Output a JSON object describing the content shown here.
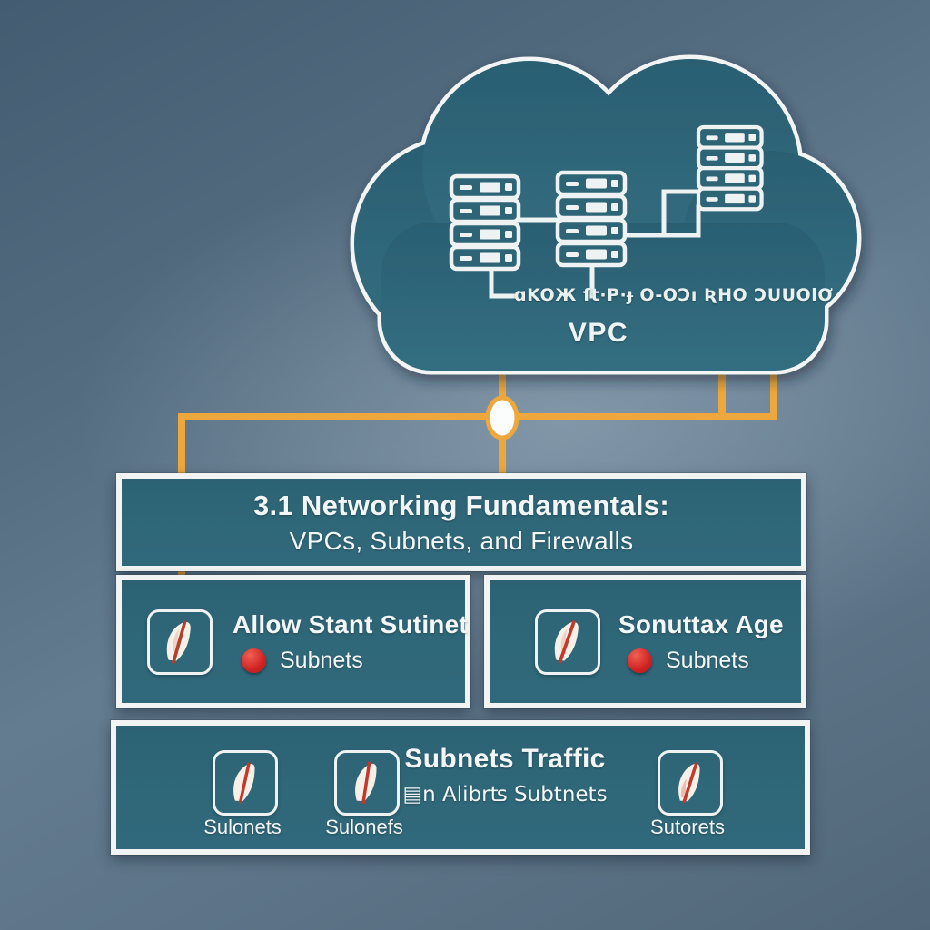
{
  "colors": {
    "panel_teal": "#2D6577",
    "accent_orange": "#EDA73C",
    "alert_red": "#D02222",
    "line_white": "#F1F4F3",
    "background_slate": "#5D7488"
  },
  "cloud": {
    "garbled_label": "ɑKOЖ ſt·P·ɟ O-OƆı ƦHO ƆUUOlƠ",
    "vpc_label": "VPC"
  },
  "title_box": {
    "line1": "3.1 Networking Fundamentals:",
    "line2": "VPCs, Subnets, and Firewalls"
  },
  "left_box": {
    "title": "Allow Stant Sutinet",
    "subtitle": "Subnets"
  },
  "right_box": {
    "title": "Sonuttax Age",
    "subtitle": "Subnets"
  },
  "bottom_box": {
    "title": "Subnets Traffic",
    "subtitle": "▤n Alibrʦ Subtnets",
    "labels": [
      "Sulonets",
      "Sulonefs",
      "Sutorets"
    ]
  }
}
